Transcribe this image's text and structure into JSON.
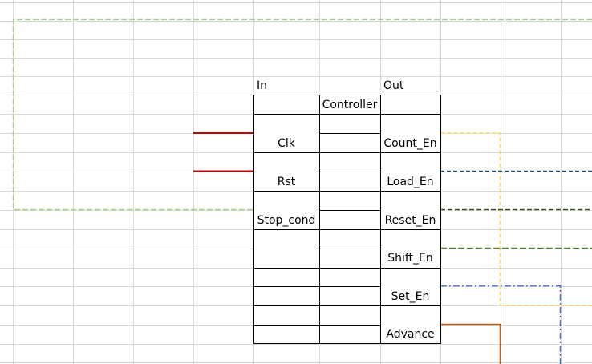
{
  "header": {
    "in_label": "In",
    "out_label": "Out"
  },
  "controller": {
    "title": "Controller",
    "inputs": [
      "Clk",
      "Rst",
      "Stop_cond"
    ],
    "outputs": [
      "Count_En",
      "Load_En",
      "Reset_En",
      "Shift_En",
      "Set_En",
      "Advance"
    ]
  },
  "colors": {
    "grid": "#d9d9d9",
    "border": "#000000",
    "input_wire": "#c00000",
    "feedback_loop": "#a9d18e",
    "count_en": "#ffd966",
    "load_en": "#1f4e79",
    "reset_en": "#375623",
    "shift_en": "#548235",
    "set_en": "#4472c4",
    "advance": "#c55a11"
  }
}
